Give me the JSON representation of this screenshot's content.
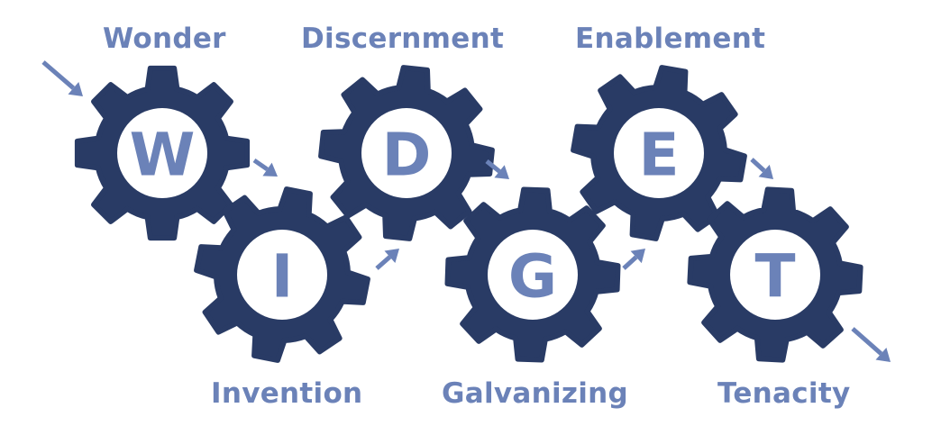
{
  "colors": {
    "gear": "#293b65",
    "accent": "#6b82b8",
    "background": "#ffffff"
  },
  "gears": [
    {
      "letter": "W",
      "label": "Wonder"
    },
    {
      "letter": "I",
      "label": "Invention"
    },
    {
      "letter": "D",
      "label": "Discernment"
    },
    {
      "letter": "G",
      "label": "Galvanizing"
    },
    {
      "letter": "E",
      "label": "Enablement"
    },
    {
      "letter": "T",
      "label": "Tenacity"
    }
  ],
  "icons": {
    "gear": "gear-icon",
    "arrow": "arrow-icon"
  }
}
